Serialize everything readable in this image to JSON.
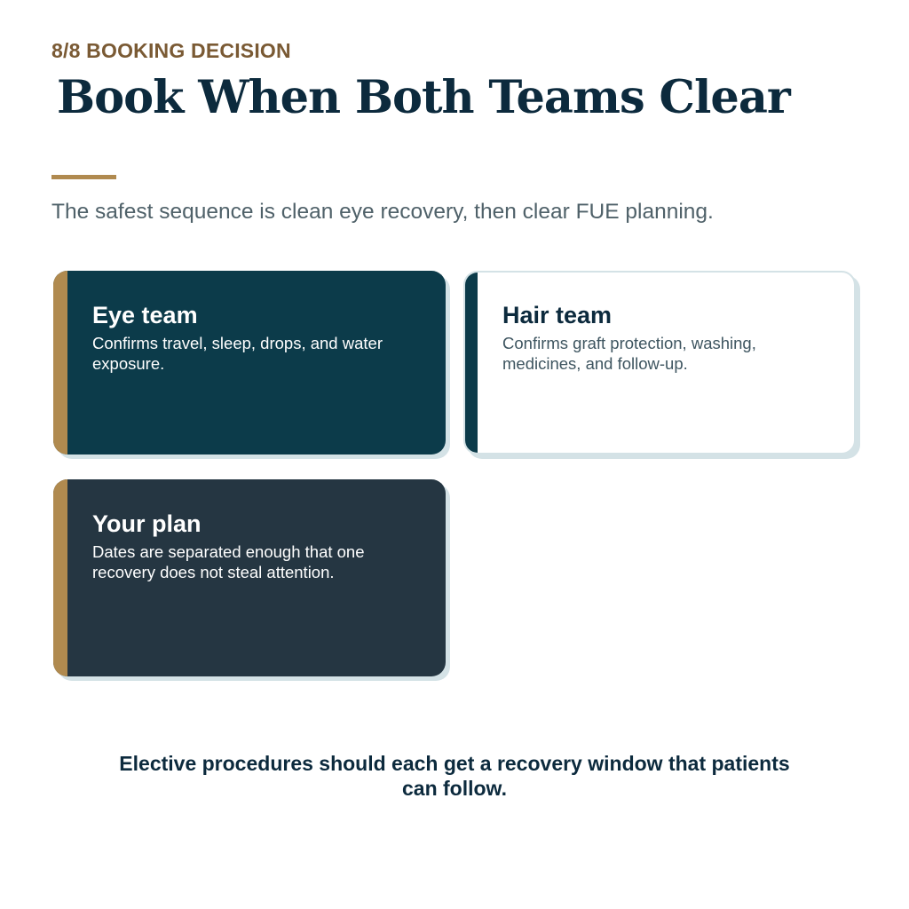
{
  "header": {
    "eyebrow": "8/8 BOOKING DECISION",
    "title": "Book When Both Teams Clear",
    "subtitle": "The safest sequence is clean eye recovery, then clear FUE planning."
  },
  "cards": [
    {
      "title": "Eye team",
      "body": "Confirms travel, sleep, drops, and water exposure."
    },
    {
      "title": "Hair team",
      "body": "Confirms graft protection, washing, medicines, and follow-up."
    },
    {
      "title": "Your plan",
      "body": "Dates are separated enough that one recovery does not steal attention."
    }
  ],
  "footer": {
    "text": "Elective procedures should each get a recovery window that patients can follow."
  },
  "colors": {
    "navy": "#0c2a3d",
    "teal_card": "#0c3b4a",
    "slate_card": "#253642",
    "gold_accent": "#b08a4f",
    "eyebrow_brown": "#7a5a34",
    "card_shadow": "#d4e2e6"
  }
}
